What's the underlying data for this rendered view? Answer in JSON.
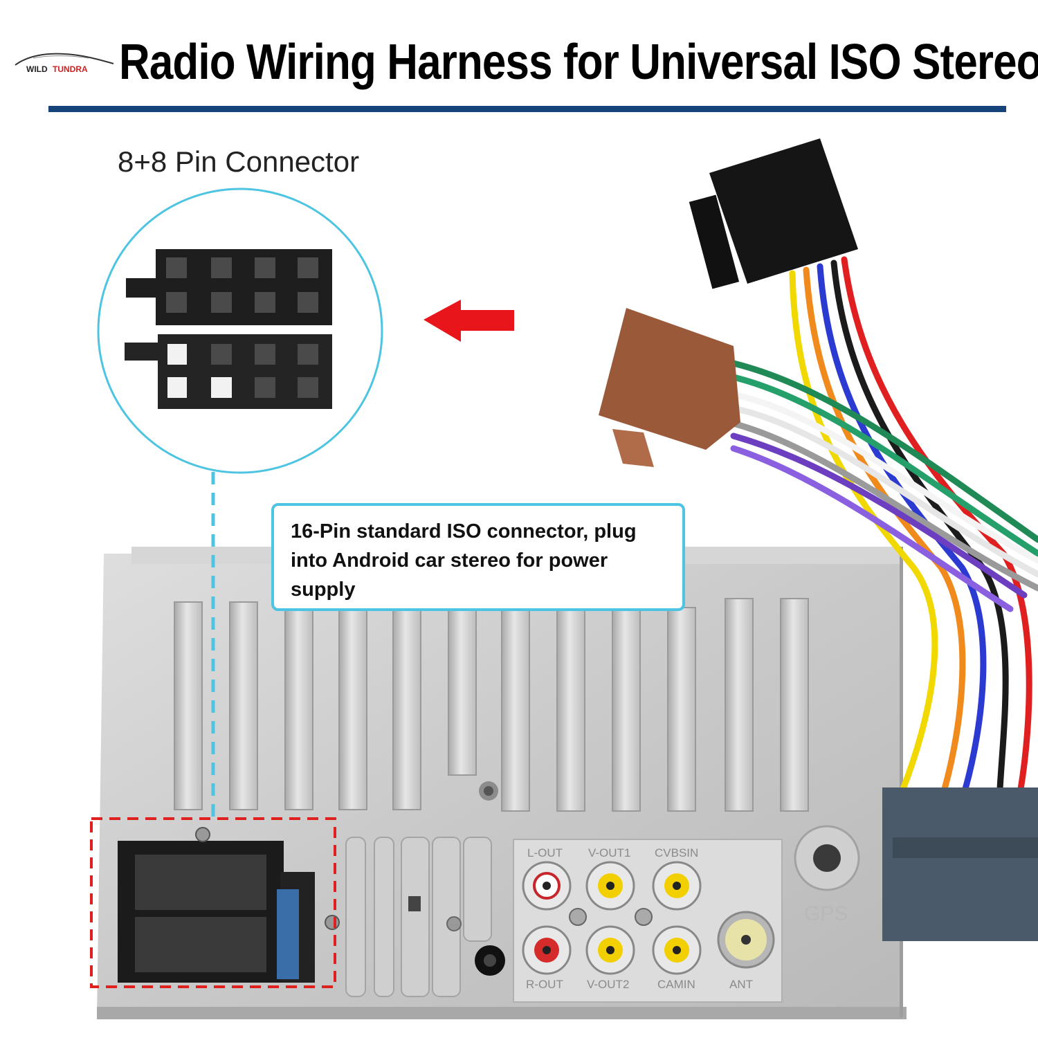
{
  "brand": {
    "logo_text_a": "WILD",
    "logo_text_b": "TUNDRA"
  },
  "header": {
    "title": "Radio Wiring Harness for Universal ISO Stereo"
  },
  "zoom_panel": {
    "caption": "8+8 Pin Connector"
  },
  "callout": {
    "text": "16-Pin standard ISO connector, plug into Android car stereo for power supply"
  },
  "stereo_labels": {
    "l_out": "L-OUT",
    "v_out1": "V-OUT1",
    "cvbsin": "CVBSIN",
    "r_out": "R-OUT",
    "v_out2": "V-OUT2",
    "camin": "CAMIN",
    "ant": "ANT",
    "gps": "GPS"
  },
  "colors": {
    "accent_rule": "#16447a",
    "callout_border": "#4cc4e2",
    "highlight_dashed": "#e0201e",
    "arrow": "#e8161a",
    "brown_connector": "#9a5a3a"
  },
  "icons": [
    "car-logo-icon",
    "left-arrow-icon",
    "zoom-circle-icon"
  ]
}
